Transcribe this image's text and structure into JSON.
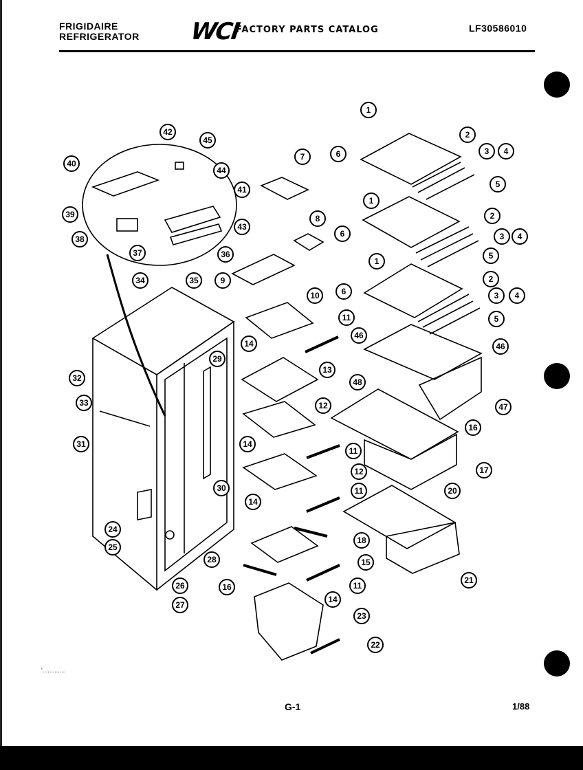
{
  "header": {
    "brand_line1": "FRIGIDAIRE",
    "brand_line2": "REFRIGERATOR",
    "logo": "WCI",
    "catalog_title": "FACTORY PARTS CATALOG",
    "model_number": "LF30586010"
  },
  "footer": {
    "page_code": "G-1",
    "date": "1/88"
  },
  "callouts": [
    {
      "n": "1"
    },
    {
      "n": "2"
    },
    {
      "n": "3"
    },
    {
      "n": "4"
    },
    {
      "n": "5"
    },
    {
      "n": "6"
    },
    {
      "n": "1"
    },
    {
      "n": "2"
    },
    {
      "n": "3"
    },
    {
      "n": "4"
    },
    {
      "n": "5"
    },
    {
      "n": "6"
    },
    {
      "n": "1"
    },
    {
      "n": "2"
    },
    {
      "n": "3"
    },
    {
      "n": "4"
    },
    {
      "n": "5"
    },
    {
      "n": "6"
    },
    {
      "n": "7"
    },
    {
      "n": "8"
    },
    {
      "n": "9"
    },
    {
      "n": "10"
    },
    {
      "n": "11"
    },
    {
      "n": "14"
    },
    {
      "n": "13"
    },
    {
      "n": "12"
    },
    {
      "n": "14"
    },
    {
      "n": "11"
    },
    {
      "n": "12"
    },
    {
      "n": "11"
    },
    {
      "n": "14"
    },
    {
      "n": "18"
    },
    {
      "n": "15"
    },
    {
      "n": "16"
    },
    {
      "n": "11"
    },
    {
      "n": "14"
    },
    {
      "n": "23"
    },
    {
      "n": "22"
    },
    {
      "n": "46"
    },
    {
      "n": "48"
    },
    {
      "n": "46"
    },
    {
      "n": "47"
    },
    {
      "n": "16"
    },
    {
      "n": "17"
    },
    {
      "n": "20"
    },
    {
      "n": "21"
    },
    {
      "n": "40"
    },
    {
      "n": "42"
    },
    {
      "n": "45"
    },
    {
      "n": "44"
    },
    {
      "n": "41"
    },
    {
      "n": "39"
    },
    {
      "n": "38"
    },
    {
      "n": "37"
    },
    {
      "n": "43"
    },
    {
      "n": "36"
    },
    {
      "n": "34"
    },
    {
      "n": "35"
    },
    {
      "n": "29"
    },
    {
      "n": "32"
    },
    {
      "n": "33"
    },
    {
      "n": "31"
    },
    {
      "n": "30"
    },
    {
      "n": "24"
    },
    {
      "n": "25"
    },
    {
      "n": "28"
    },
    {
      "n": "26"
    },
    {
      "n": "27"
    }
  ]
}
